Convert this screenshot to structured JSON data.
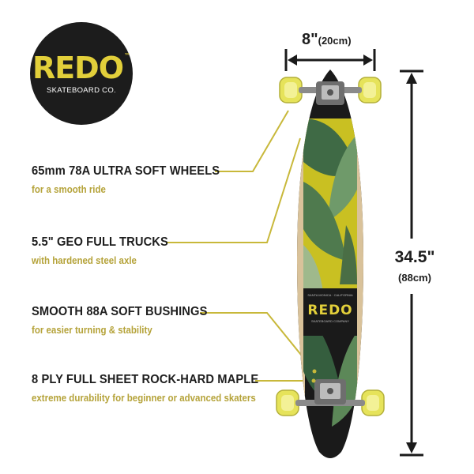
{
  "brand": {
    "logo_word": "REDO",
    "trademark": "™",
    "logo_subtitle": "SKATEBOARD CO."
  },
  "features": [
    {
      "title": "65mm 78A ULTRA SOFT WHEELS",
      "subtitle": "for a smooth ride"
    },
    {
      "title": "5.5\" GEO FULL TRUCKS",
      "subtitle": "with hardened steel axle"
    },
    {
      "title": "SMOOTH 88A SOFT BUSHINGS",
      "subtitle": "for easier turning & stability"
    },
    {
      "title": "8 PLY FULL SHEET ROCK-HARD MAPLE",
      "subtitle": "extreme durability for beginner or advanced skaters"
    }
  ],
  "dimensions": {
    "width_imperial": "8\"",
    "width_metric": "(20cm)",
    "length_imperial": "34.5\"",
    "length_metric": "(88cm)"
  },
  "deck_graphic": {
    "brand": "REDO",
    "tagline_top": "SANTA MONICA · CALIFORNIA",
    "tagline_bottom": "SKATEBOARD COMPANY"
  },
  "colors": {
    "accent_yellow": "#e2cf3a",
    "subtitle_gold": "#b5a33a",
    "leader_line": "#c8b83a",
    "deck_black": "#1a1a1a",
    "deck_yellow": "#c9c022",
    "leaf_green": "#476f48",
    "wheel_yellow": "#e6e35a"
  }
}
